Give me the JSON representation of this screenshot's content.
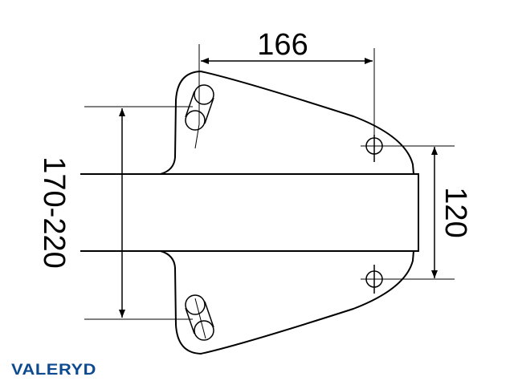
{
  "title": "Mounting plate dimension drawing",
  "dimensions": {
    "width_hole_spacing": "166",
    "beam_range": "170-220",
    "hole_vertical_spacing": "120"
  },
  "logo": {
    "text": "VALERYD",
    "color": "#0d4a8f"
  },
  "colors": {
    "line": "#000000",
    "background": "#ffffff"
  }
}
